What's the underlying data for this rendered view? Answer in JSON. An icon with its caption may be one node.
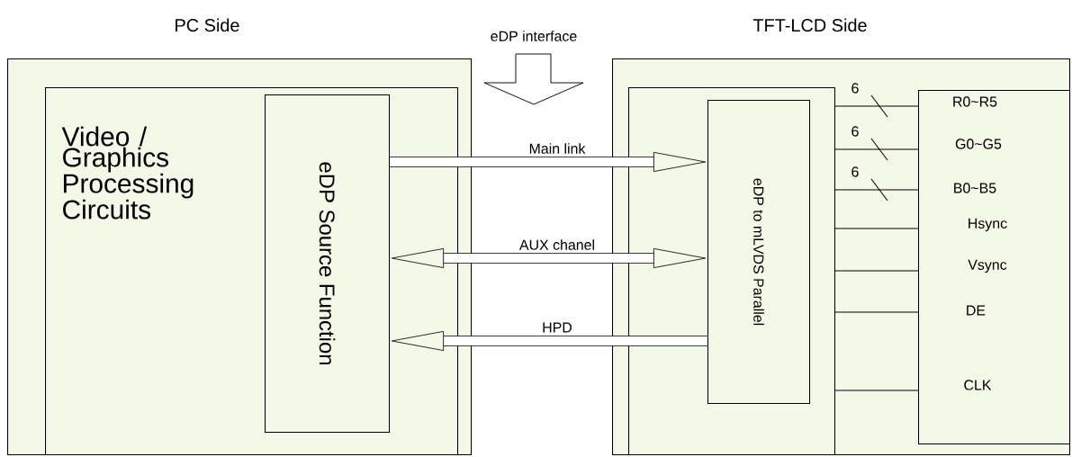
{
  "diagram": {
    "nodes": [
      {
        "text": [
          "PC Side"
        ]
      },
      {
        "text": [
          "Video / Graphics Processing Circuits"
        ],
        "in": 0
      },
      {
        "text": [
          "eDP Source Function"
        ],
        "in": 1
      },
      {
        "text": [
          "TFT-LCD Side"
        ]
      },
      {
        "text": [],
        "shape": "box",
        "in": 3
      },
      {
        "text": [
          "eDP to mLVDS Parallel"
        ],
        "in": 4
      },
      {
        "text": [],
        "shape": "box",
        "in": 3
      }
    ],
    "edges": [
      {
        "from": 2,
        "to": 5,
        "arrow": "to",
        "label": "Main link",
        "style": "thick"
      },
      {
        "from": 2,
        "to": 5,
        "arrow": "both",
        "label": "AUX chanel",
        "style": "thick"
      },
      {
        "from": 5,
        "to": 2,
        "arrow": "to",
        "label": "HPD",
        "style": "thick"
      },
      {
        "from": 4,
        "to": 6,
        "arrow": "none",
        "label": "6"
      },
      {
        "from": 4,
        "to": 6,
        "arrow": "none",
        "label": "6"
      },
      {
        "from": 4,
        "to": 6,
        "arrow": "none",
        "label": "6"
      },
      {
        "from": 4,
        "to": 6,
        "arrow": "none"
      },
      {
        "from": 4,
        "to": 6,
        "arrow": "none"
      },
      {
        "from": 4,
        "to": 6,
        "arrow": "none"
      },
      {
        "from": 4,
        "to": 6,
        "arrow": "none"
      }
    ],
    "labels": [
      "eDP interface",
      "R0~R5",
      "G0~G5",
      "B0~B5",
      "Hsync",
      "Vsync",
      "DE",
      "CLK"
    ]
  }
}
